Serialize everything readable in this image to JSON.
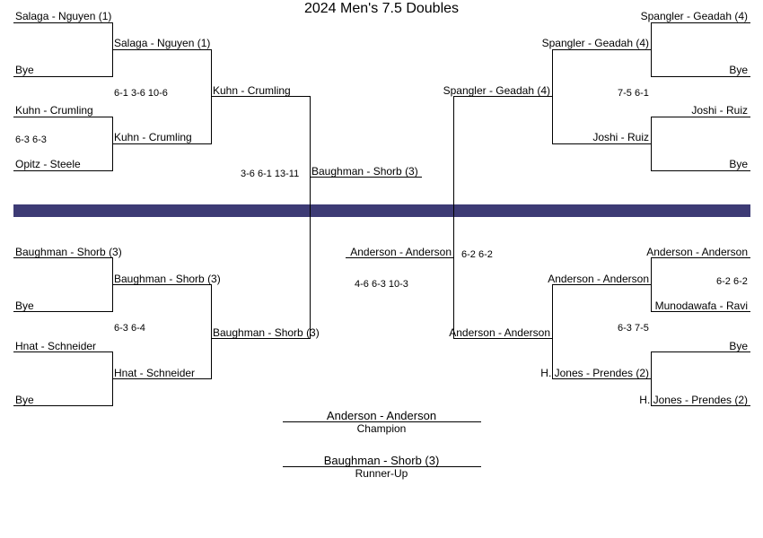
{
  "title": "2024 Men's 7.5 Doubles",
  "colors": {
    "band": "#3d3b75",
    "line": "#000000"
  },
  "bracket": {
    "tl": {
      "r1": [
        "Salaga - Nguyen (1)",
        "Bye",
        "Kuhn - Crumling",
        "Opitz - Steele"
      ],
      "r2": [
        "Salaga - Nguyen (1)",
        "Kuhn - Crumling"
      ],
      "r3": "Kuhn - Crumling",
      "scores": {
        "r1_bottom": "6-3 6-3",
        "r2": "6-1 3-6 10-6",
        "semi": "3-6 6-1 13-11"
      }
    },
    "bl": {
      "r1": [
        "Baughman - Shorb (3)",
        "Bye",
        "Hnat - Schneider",
        "Bye"
      ],
      "r2": [
        "Baughman - Shorb (3)",
        "Hnat - Schneider"
      ],
      "r3": "Baughman - Shorb (3)",
      "scores": {
        "r2": "6-3 6-4"
      }
    },
    "tr": {
      "r1": [
        "Spangler - Geadah (4)",
        "Bye",
        "Joshi - Ruiz",
        "Bye"
      ],
      "r2": [
        "Spangler - Geadah (4)",
        "Joshi - Ruiz"
      ],
      "r3": "Spangler - Geadah (4)",
      "scores": {
        "r2": "7-5 6-1"
      }
    },
    "br": {
      "r1": [
        "Anderson - Anderson",
        "Munodawafa - Ravi",
        "Bye",
        "H. Jones - Prendes (2)"
      ],
      "r2": [
        "Anderson - Anderson",
        "H. Jones - Prendes (2)"
      ],
      "r3": "Anderson - Anderson",
      "scores": {
        "r1_top": "6-2 6-2",
        "r2": "6-3 7-5",
        "semi": "6-2 6-2"
      }
    },
    "left_finalist": "Baughman - Shorb (3)",
    "right_finalist": "Anderson - Anderson",
    "final_score": "4-6 6-3 10-3"
  },
  "champion": {
    "name": "Anderson - Anderson",
    "caption": "Champion"
  },
  "runner_up": {
    "name": "Baughman - Shorb (3)",
    "caption": "Runner-Up"
  }
}
